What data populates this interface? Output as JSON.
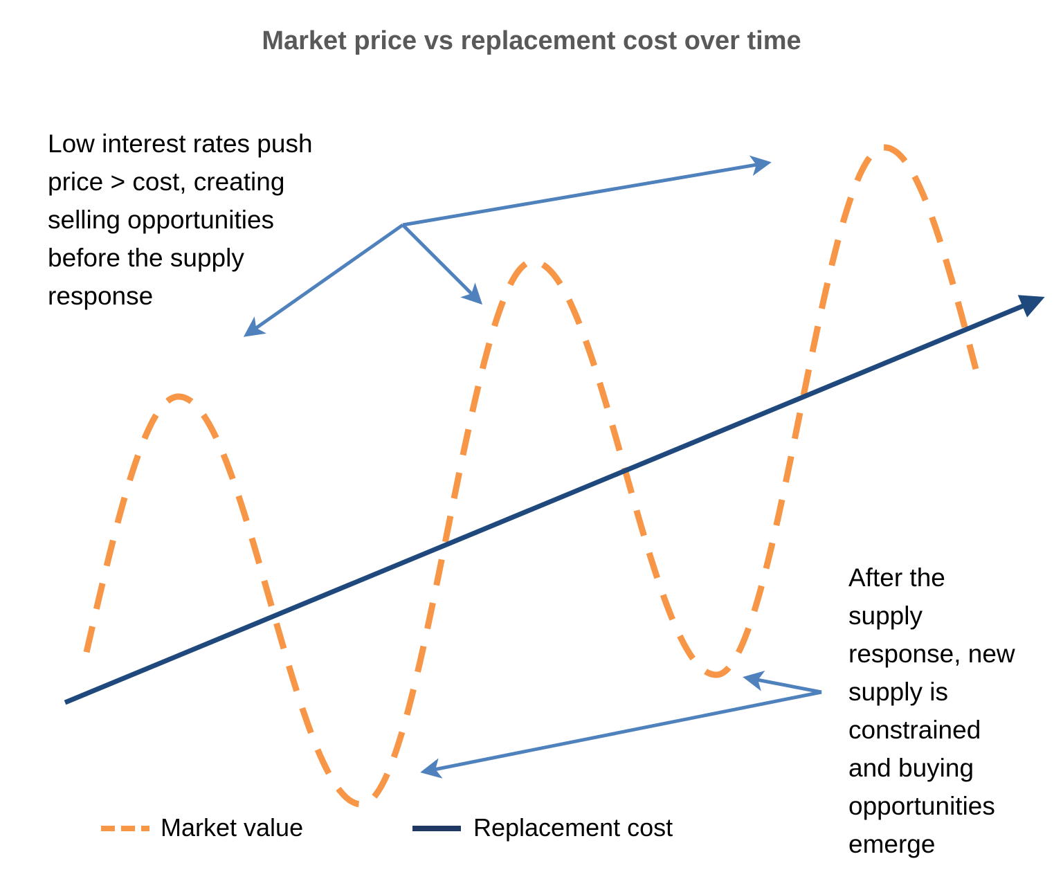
{
  "title": "Market price vs replacement cost over time",
  "annotations": {
    "top_left": [
      "Low interest rates push",
      "price > cost, creating",
      "selling opportunities",
      "before the supply",
      "response"
    ],
    "bottom_right": [
      "After the",
      "supply",
      "response, new",
      "supply is",
      "constrained",
      "and buying",
      "opportunities",
      "emerge"
    ]
  },
  "legend": [
    {
      "label": "Market value",
      "style": "dashed",
      "color": "#F79646"
    },
    {
      "label": "Replacement cost",
      "style": "solid",
      "color": "#1F3864"
    }
  ],
  "colors": {
    "market_value": "#F79646",
    "replacement_cost": "#1F497D",
    "arrows": "#4F81BD",
    "title": "#595959"
  }
}
